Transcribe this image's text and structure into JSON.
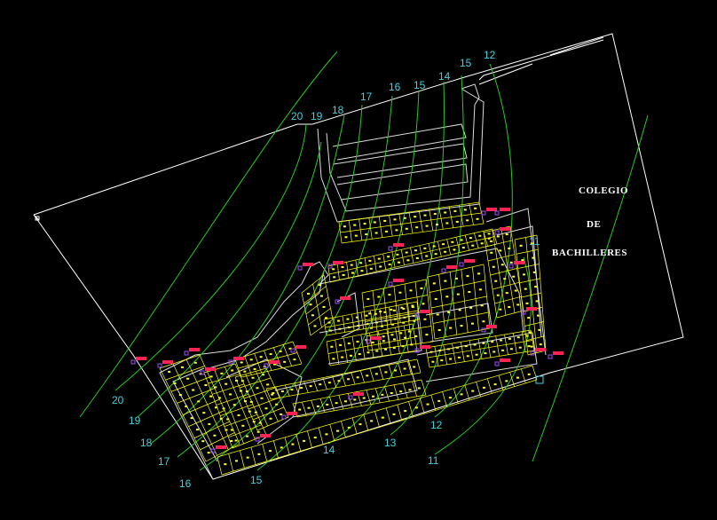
{
  "drawing": {
    "annotation_lines": [
      "COLEGIO",
      "DE",
      "BACHILLERES"
    ],
    "contour_labels_top": [
      "20",
      "19",
      "18",
      "17",
      "16",
      "15",
      "14",
      "15",
      "12",
      "11"
    ],
    "contour_labels_bottom": [
      "20",
      "19",
      "18",
      "17",
      "16",
      "15",
      "14",
      "13",
      "12",
      "11"
    ],
    "colors": {
      "background": "#000000",
      "boundary": "#ffffff",
      "contours": "#22cc22",
      "lots": "#ffff00",
      "markers": "#ff2255",
      "labels": "#3fd3e0",
      "roads": "#ffffff"
    }
  }
}
